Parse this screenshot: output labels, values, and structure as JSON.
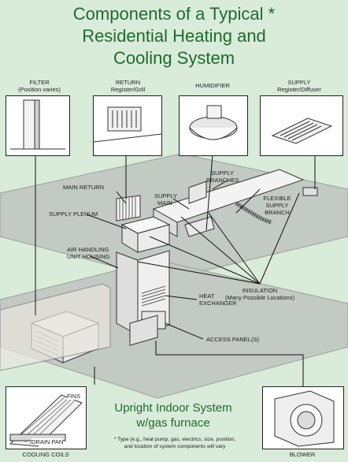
{
  "title": {
    "line1": "Components of a Typical *",
    "line2": "Residential Heating and",
    "line3": "Cooling System"
  },
  "callouts": {
    "filter": {
      "label": "FILTER",
      "sub": "(Position varies)"
    },
    "return": {
      "label": "RETURN",
      "sub": "Register/Grill"
    },
    "humidifier": {
      "label": "HUMIDIFIER"
    },
    "supply": {
      "label": "SUPPLY",
      "sub": "Register/Diffuser"
    },
    "cooling_coils": {
      "label": "COOLING COILS",
      "fins": "FINS",
      "drain_pan": "DRAIN PAN"
    },
    "blower": {
      "label": "BLOWER"
    }
  },
  "labels": {
    "main_return": "MAIN RETURN",
    "supply_plenum": "SUPPLY PLENUM",
    "air_handling_1": "AIR HANDLING",
    "air_handling_2": "UNIT HOUSING",
    "supply_main_1": "SUPPLY",
    "supply_main_2": "MAIN",
    "supply_branches_1": "SUPPLY",
    "supply_branches_2": "BRANCHES",
    "flexible_1": "FLEXIBLE",
    "flexible_2": "SUPPLY",
    "flexible_3": "BRANCH",
    "insulation_1": "INSULATION",
    "insulation_2": "(Many Possible Locations)",
    "heat_exchanger_1": "HEAT",
    "heat_exchanger_2": "EXCHANGER",
    "access_panel": "ACCESS PANEL(S)"
  },
  "subtitle": {
    "line1": "Upright Indoor System",
    "line2": "w/gas furnace"
  },
  "footnote": {
    "line1": "* Type (e.g., heat pump, gas, electrics, size, position,",
    "line2": "and location of system components will vary"
  }
}
